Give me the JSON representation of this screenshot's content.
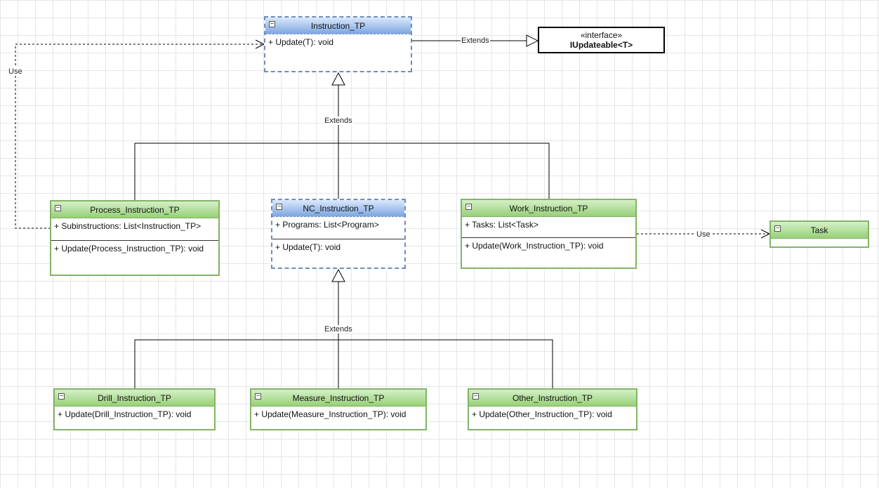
{
  "edge_labels": {
    "extends_interface": "Extends",
    "extends_instruction": "Extends",
    "extends_nc": "Extends",
    "use_process": "Use",
    "use_task": "Use"
  },
  "interface": {
    "stereotype": "«interface»",
    "name": "IUpdateable<T>"
  },
  "classes": {
    "instruction": {
      "name": "Instruction_TP",
      "methods": [
        "+ Update(T): void"
      ]
    },
    "process": {
      "name": "Process_Instruction_TP",
      "attributes": [
        "+ Subinstructions: List<Instruction_TP>"
      ],
      "methods": [
        "+ Update(Process_Instruction_TP): void"
      ]
    },
    "nc": {
      "name": "NC_Instruction_TP",
      "attributes": [
        "+ Programs: List<Program>"
      ],
      "methods": [
        "+ Update(T): void"
      ]
    },
    "work": {
      "name": "Work_Instruction_TP",
      "attributes": [
        "+ Tasks: List<Task>"
      ],
      "methods": [
        "+ Update(Work_Instruction_TP): void"
      ]
    },
    "task": {
      "name": "Task"
    },
    "drill": {
      "name": "Drill_Instruction_TP",
      "methods": [
        "+ Update(Drill_Instruction_TP): void"
      ]
    },
    "measure": {
      "name": "Measure_Instruction_TP",
      "methods": [
        "+ Update(Measure_Instruction_TP): void"
      ]
    },
    "other": {
      "name": "Other_Instruction_TP",
      "methods": [
        "+ Update(Other_Instruction_TP): void"
      ]
    }
  }
}
